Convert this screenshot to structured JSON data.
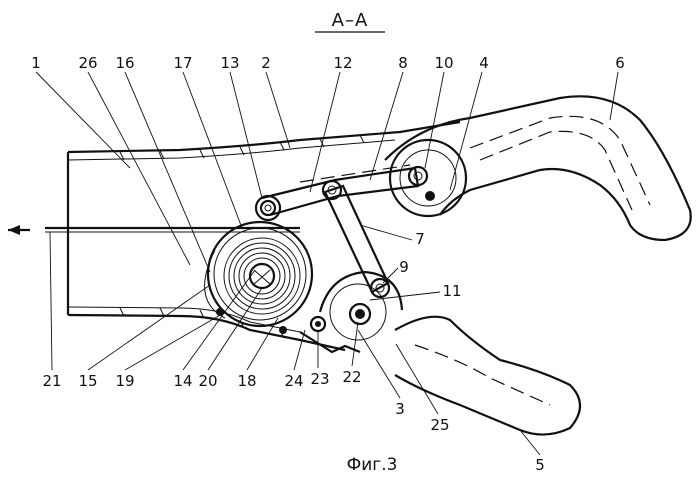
{
  "title": "A–A",
  "caption": "Фиг.3",
  "part_labels": [
    "1",
    "26",
    "16",
    "17",
    "13",
    "2",
    "12",
    "8",
    "10",
    "4",
    "6",
    "7",
    "9",
    "11",
    "21",
    "15",
    "19",
    "14",
    "20",
    "18",
    "24",
    "23",
    "22",
    "3",
    "25",
    "5"
  ]
}
